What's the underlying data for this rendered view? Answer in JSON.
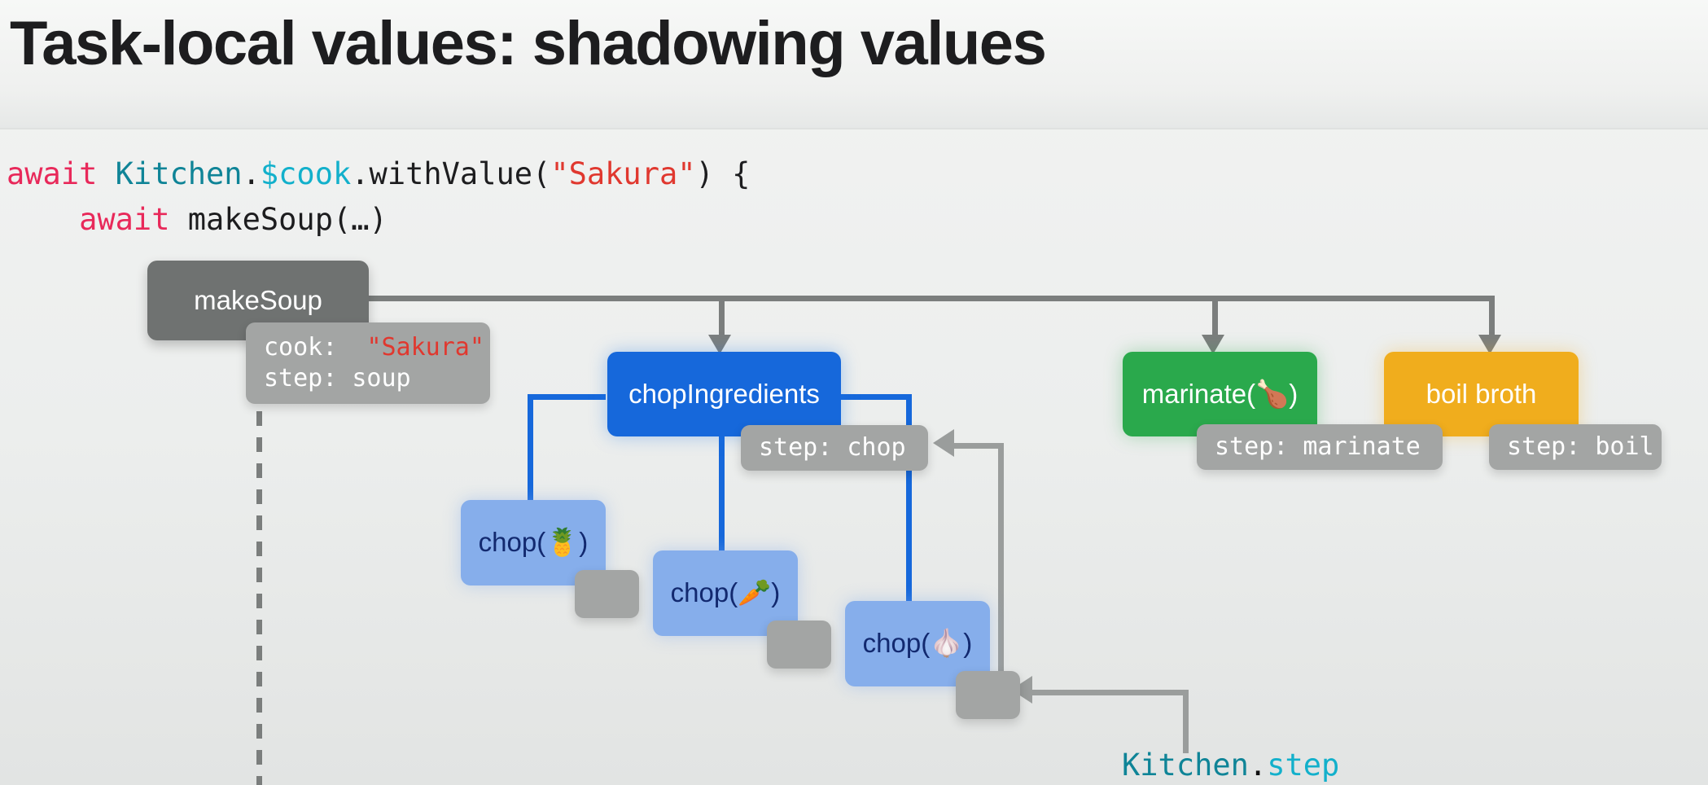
{
  "slide": {
    "title": "Task-local values: shadowing values",
    "background_color": "#eceeed"
  },
  "code": {
    "line1": {
      "await": "await ",
      "type": "Kitchen",
      "dot1": ".",
      "prop": "$cook",
      "call": ".withValue(",
      "string": "\"Sakura\"",
      "tail": ") {"
    },
    "line2": {
      "indent": "    ",
      "await": "await ",
      "call": "makeSoup(…)"
    }
  },
  "graph": {
    "nodes": {
      "make_soup": {
        "label": "makeSoup",
        "color": "#6f7271"
      },
      "chop_ingredients": {
        "label": "chopIngredients",
        "color": "#1668db"
      },
      "marinate": {
        "label": "marinate(🍗)",
        "color": "#2aa94c"
      },
      "boil_broth": {
        "label": "boil broth",
        "color": "#f0ad1d"
      },
      "chop_pineapple": {
        "label": "chop(🍍)",
        "color": "#86aeeb"
      },
      "chop_carrot": {
        "label": "chop(🥕)",
        "color": "#86aeeb"
      },
      "chop_garlic": {
        "label": "chop(🧄)",
        "color": "#86aeeb"
      }
    },
    "tooltips": {
      "make_soup": {
        "cook_key": "cook:  ",
        "cook_value": "\"Sakura\"",
        "step_line": "step: soup"
      },
      "chop_ingredients": {
        "text": "step: chop"
      },
      "marinate": {
        "text": "step: marinate"
      },
      "boil_broth": {
        "text": "step: boil"
      },
      "chop_pineapple": {
        "text": ""
      },
      "chop_carrot": {
        "text": ""
      },
      "chop_garlic": {
        "text": ""
      }
    },
    "callout": {
      "type": "Kitchen",
      "dot": ".",
      "prop": "step"
    }
  }
}
